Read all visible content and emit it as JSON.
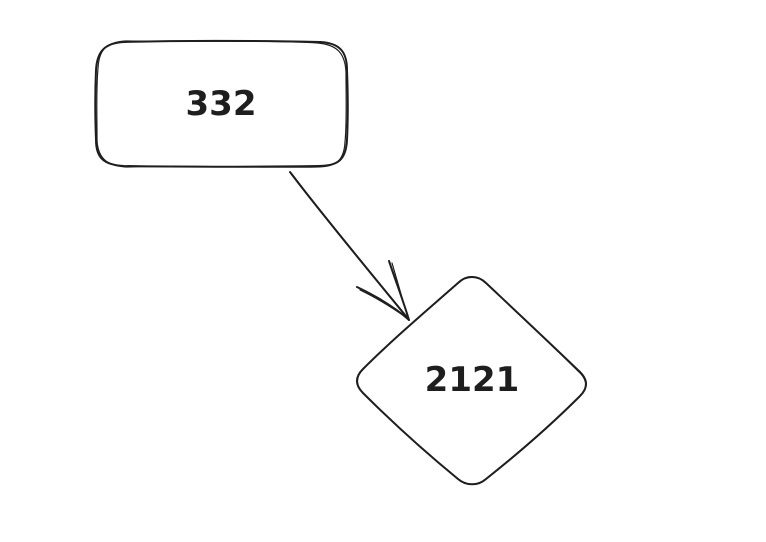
{
  "diagram": {
    "nodes": [
      {
        "id": "rect-node",
        "shape": "rounded-rectangle",
        "label": "332"
      },
      {
        "id": "diamond-node",
        "shape": "diamond",
        "label": "2121"
      }
    ],
    "edges": [
      {
        "from": "rect-node",
        "to": "diamond-node",
        "arrowhead": "end"
      }
    ],
    "colors": {
      "stroke": "#1e1e1e",
      "background": "#ffffff"
    }
  }
}
